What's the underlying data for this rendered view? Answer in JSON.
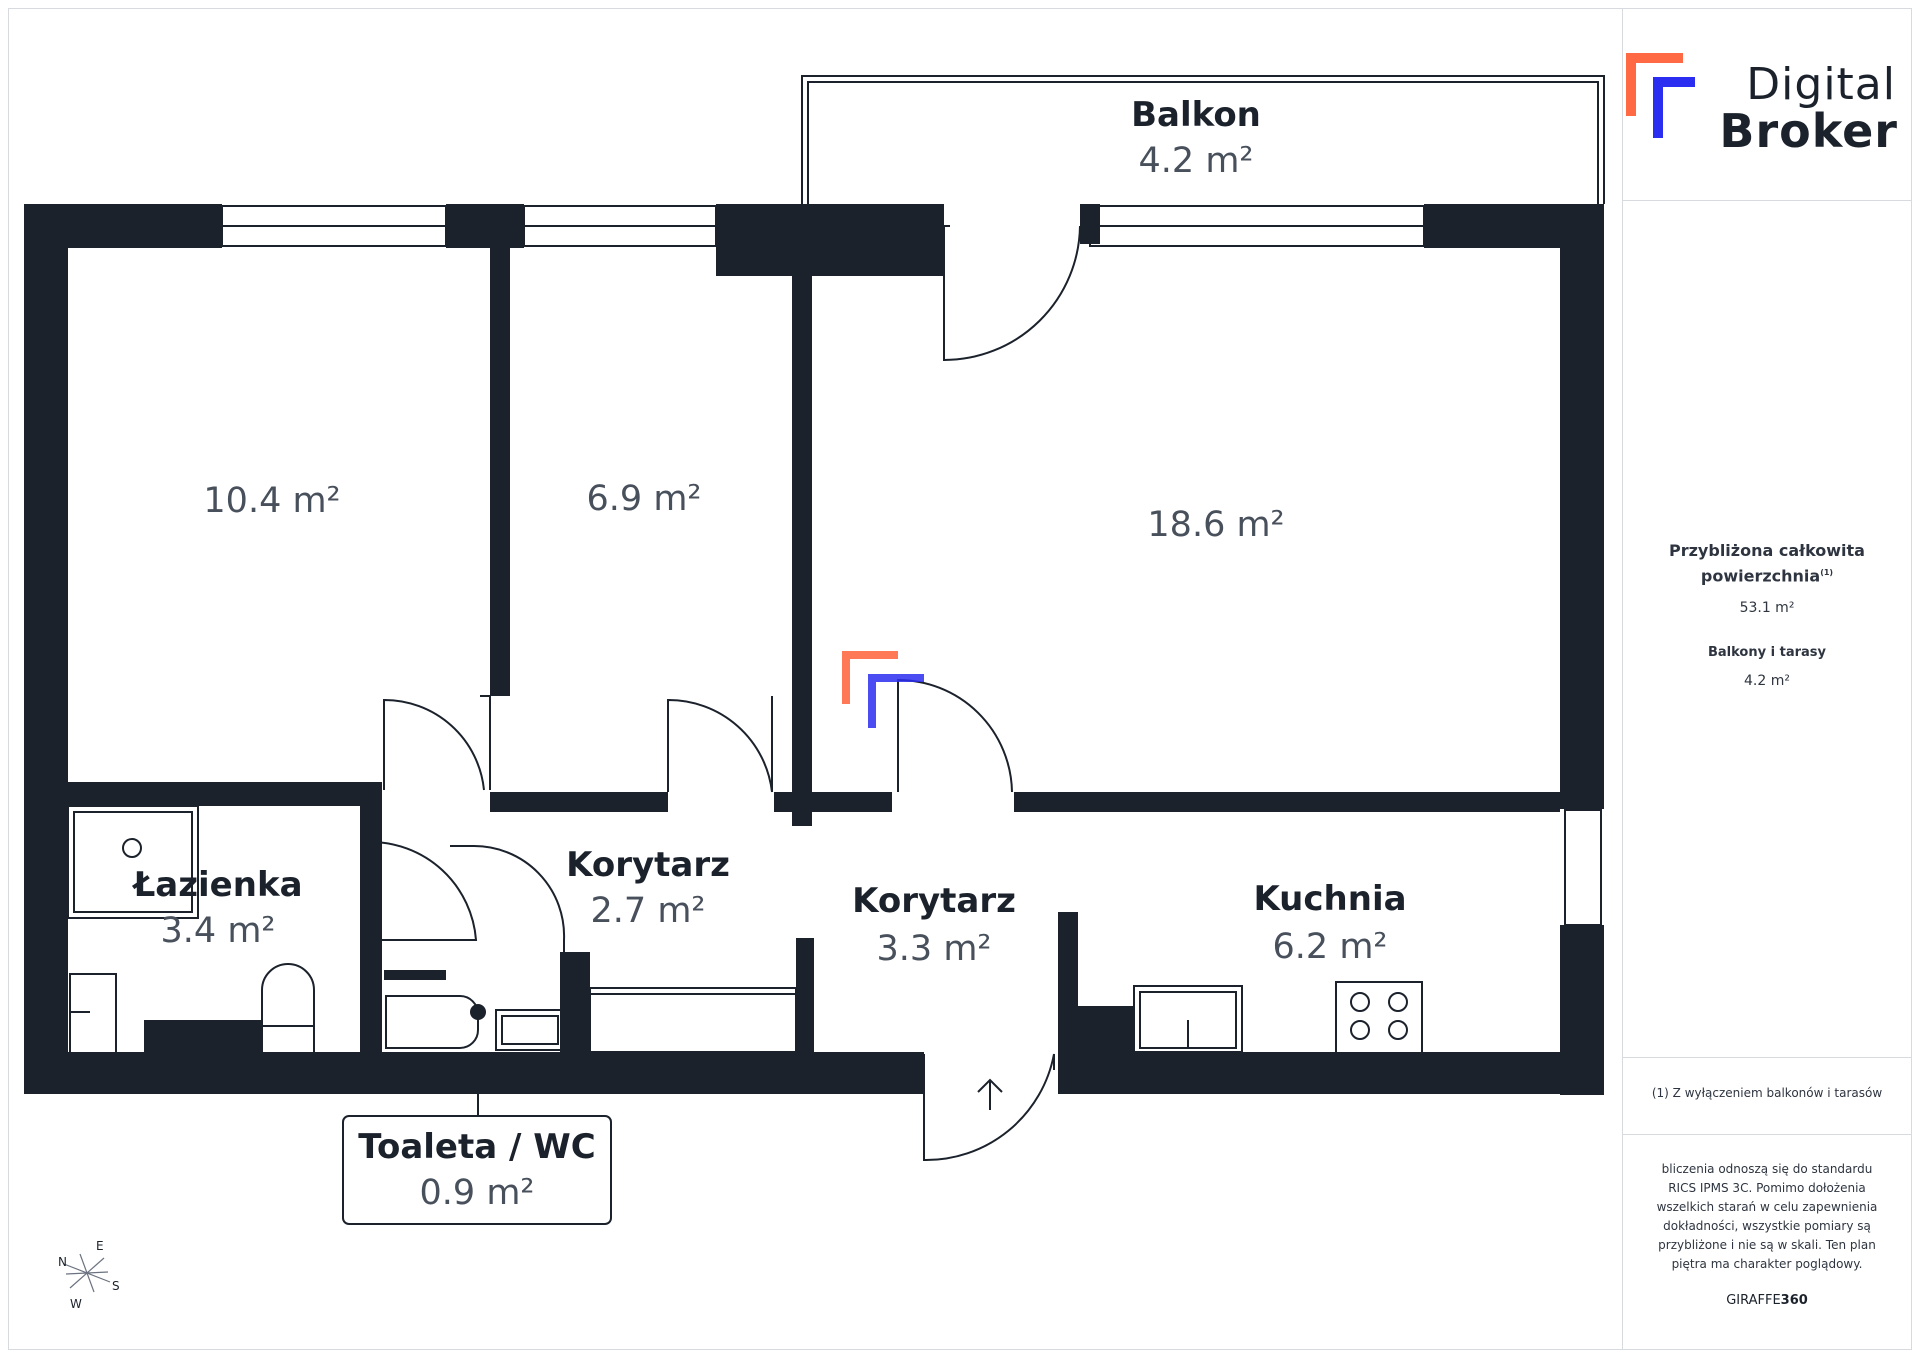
{
  "brand": {
    "line1": "Digital",
    "line2": "Broker",
    "accent_orange": "#ff6a45",
    "accent_blue": "#2b2ef0"
  },
  "rooms": {
    "room_left": {
      "area": "10.4 m²"
    },
    "room_middle": {
      "area": "6.9 m²"
    },
    "living_room": {
      "area": "18.6 m²"
    },
    "balcony": {
      "name": "Balkon",
      "area": "4.2 m²"
    },
    "bathroom": {
      "name": "Łazienka",
      "area": "3.4 m²"
    },
    "corridor_left": {
      "name": "Korytarz",
      "area": "2.7 m²"
    },
    "corridor_right": {
      "name": "Korytarz",
      "area": "3.3 m²"
    },
    "kitchen": {
      "name": "Kuchnia",
      "area": "6.2 m²"
    },
    "toilet": {
      "name": "Toaleta / WC",
      "area": "0.9 m²"
    }
  },
  "compass": {
    "n": "N",
    "e": "E",
    "s": "S",
    "w": "W"
  },
  "summary": {
    "total_label_line1": "Przybliżona całkowita",
    "total_label_line2": "powierzchnia",
    "total_note_mark": "(1)",
    "total_value": "53.1 m²",
    "balconies_label": "Balkony i tarasy",
    "balconies_value": "4.2 m²"
  },
  "footnote": "(1) Z wyłączeniem balkonów i tarasów",
  "disclaimer": [
    "bliczenia odnoszą się do standardu",
    "RICS IPMS 3C. Pomimo dołożenia",
    "wszelkich starań w celu zapewnienia",
    "dokładności, wszystkie pomiary są",
    "przybliżone i nie są w skali. Ten plan",
    "piętra ma charakter poglądowy."
  ],
  "credit": {
    "part1": "GIRAFFE",
    "part2": "360"
  },
  "colors": {
    "wall": "#1b222c",
    "text_area": "#48505c",
    "frame": "#d7dade"
  }
}
